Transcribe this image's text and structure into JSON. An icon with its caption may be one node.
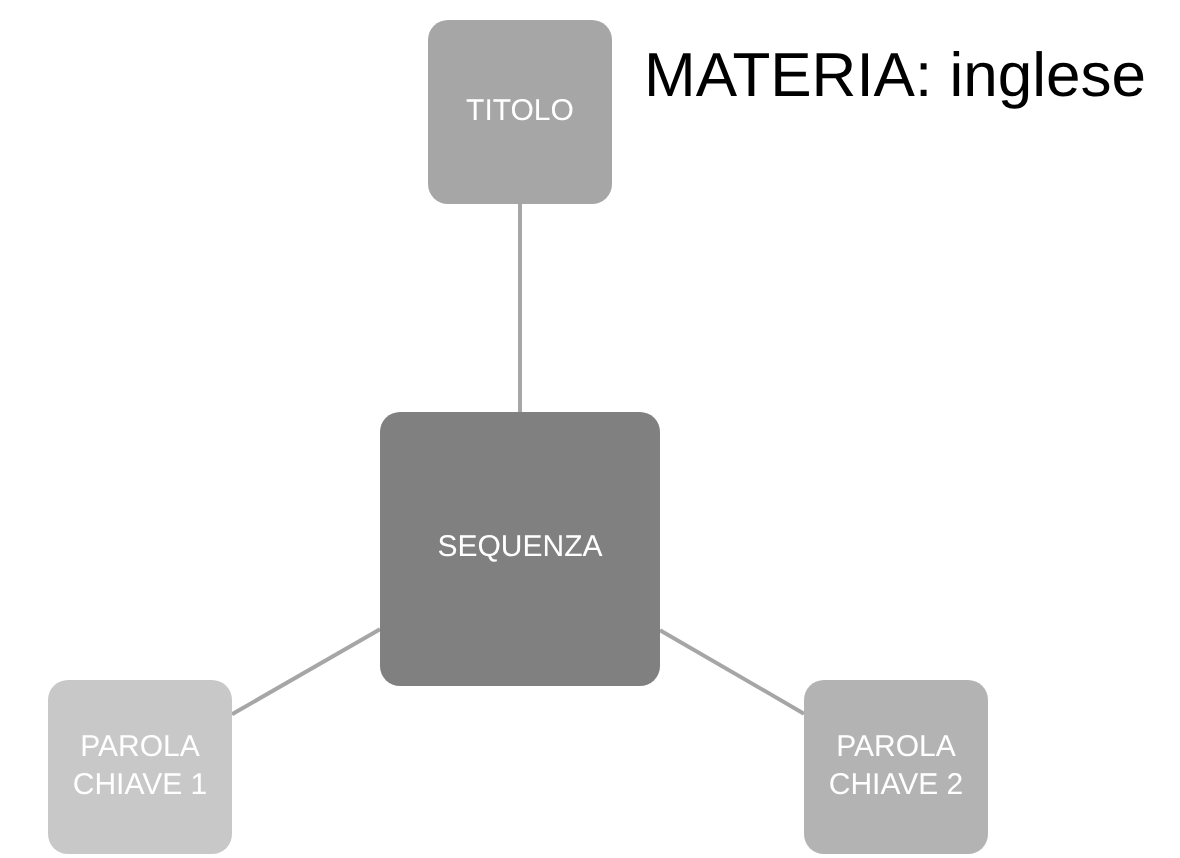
{
  "diagram": {
    "nodes": [
      {
        "text": [
          "TITOLO"
        ]
      },
      {
        "text": [
          "SEQUENZA"
        ]
      },
      {
        "text": [
          "PAROLA CHIAVE 1"
        ]
      },
      {
        "text": [
          "PAROLA CHIAVE 2"
        ]
      }
    ],
    "edges": [
      {
        "from": 0,
        "to": 1,
        "arrow": "none"
      },
      {
        "from": 1,
        "to": 2,
        "arrow": "none"
      },
      {
        "from": 1,
        "to": 3,
        "arrow": "none"
      }
    ],
    "labels": [
      "MATERIA: inglese"
    ]
  }
}
